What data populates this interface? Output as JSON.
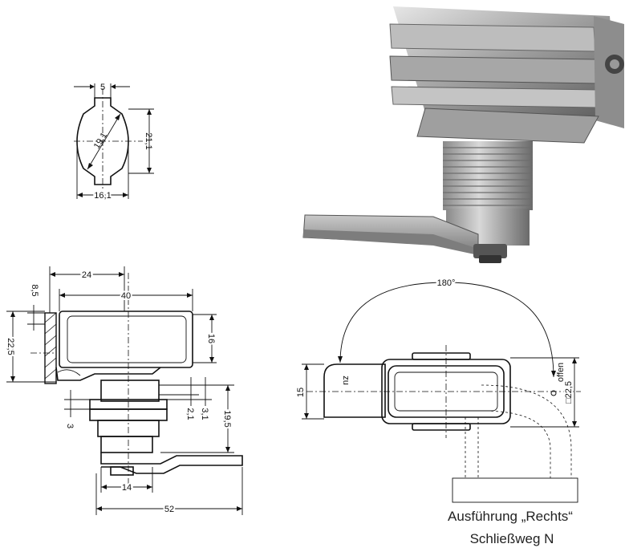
{
  "top_view": {
    "dim_slot": "5",
    "dim_dia": "19,1",
    "dim_height": "21,1",
    "dim_width": "16,1"
  },
  "side_view": {
    "dim_24": "24",
    "dim_40": "40",
    "dim_8_5": "8,5",
    "dim_22_5": "22,5",
    "dim_16": "16",
    "dim_2_1": "2,1",
    "dim_3_1": "3,1",
    "dim_19_5": "19,5",
    "dim_3": "3",
    "dim_14": "14",
    "dim_52": "52"
  },
  "swing_view": {
    "angle": "180°",
    "label_closed": "zu",
    "label_open": "offen",
    "dim_15": "15",
    "dim_22_5": "□22,5"
  },
  "caption": {
    "line1": "Ausführung „Rechts“",
    "line2": "Schließweg N"
  }
}
